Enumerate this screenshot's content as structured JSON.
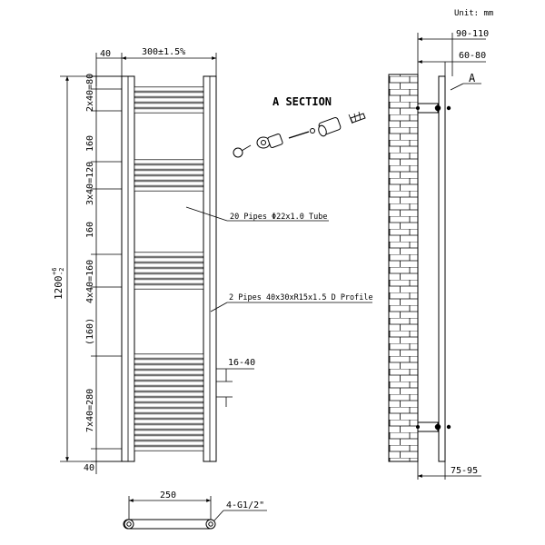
{
  "unit_note": "Unit: mm",
  "front": {
    "top_offset": "40",
    "width": "300±1.5%",
    "height_main": "1200",
    "height_tol_upper": "+6",
    "height_tol_lower": "-2",
    "bottom_offset": "40",
    "spacing": [
      "2x40=80",
      "160",
      "3x40=120",
      "160",
      "4x40=160",
      "(160)",
      "7x40=280"
    ],
    "tube_label": "20 Pipes Φ22x1.0 Tube",
    "profile_label": "2 Pipes 40x30xR15x1.5 D Profile",
    "gap_label": "16-40"
  },
  "section": {
    "title": "A SECTION"
  },
  "side": {
    "dim_outer": "90-110",
    "dim_inner": "60-80",
    "dim_bottom": "75-95",
    "marker": "A"
  },
  "bottom": {
    "centers": "250",
    "connection": "4-G1/2\""
  }
}
